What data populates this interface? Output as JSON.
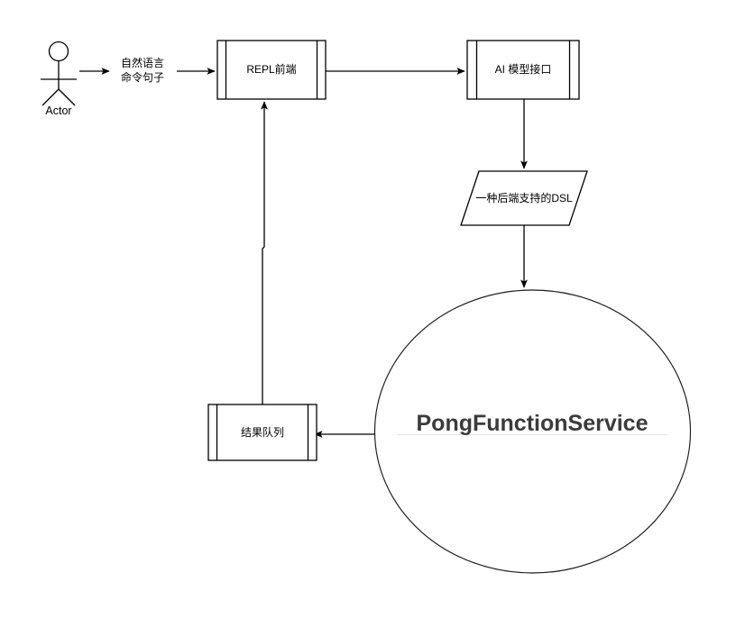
{
  "diagram": {
    "title": "PongFunctionService architecture flow",
    "background": "#ffffff",
    "stroke_color": "#000000",
    "service_text_color": "#3b3b3b",
    "nodes": {
      "actor": {
        "label": "Actor",
        "icon": "stick-figure-actor"
      },
      "repl_frontend": {
        "label": "REPL前端",
        "shape": "process"
      },
      "ai_model_interface": {
        "label": "AI 模型接口",
        "shape": "process"
      },
      "dsl": {
        "label": "一种后端支持的DSL",
        "shape": "parallelogram"
      },
      "pong_function_service": {
        "label": "PongFunctionService",
        "shape": "circle"
      },
      "result_queue": {
        "label": "结果队列",
        "shape": "process"
      }
    },
    "edges": {
      "actor_to_prompt": {
        "label": ""
      },
      "prompt_label": {
        "line1": "自然语言",
        "line2": "命令句子"
      },
      "prompt_to_repl": {
        "label": ""
      },
      "repl_to_ai": {
        "label": ""
      },
      "ai_to_dsl": {
        "label": ""
      },
      "dsl_to_service": {
        "label": ""
      },
      "service_to_queue": {
        "label": ""
      },
      "queue_to_repl": {
        "label": ""
      }
    }
  }
}
